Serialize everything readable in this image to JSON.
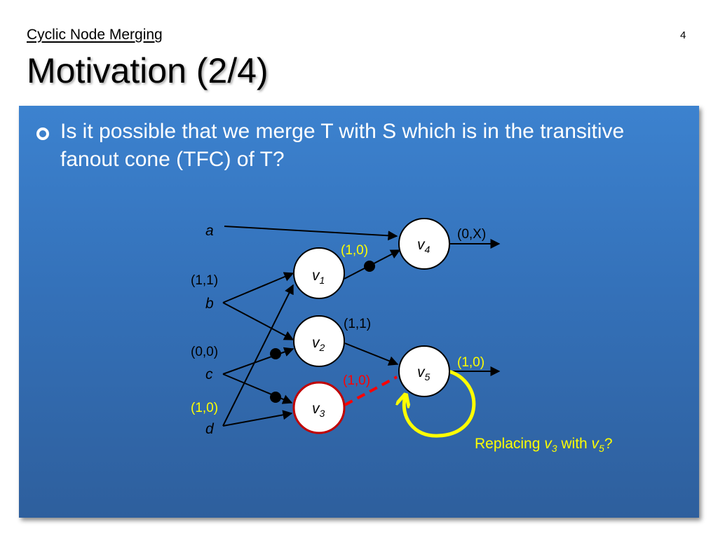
{
  "slide": {
    "subtitle": "Cyclic Node Merging",
    "title": "Motivation (2/4)",
    "page_number": "4",
    "bullet": "Is it possible that we merge T with S which is in the transitive fanout cone (TFC) of T?"
  },
  "diagram": {
    "inputs": [
      {
        "id": "a",
        "label": "a",
        "value": ""
      },
      {
        "id": "b",
        "label": "b",
        "value": "(1,1)"
      },
      {
        "id": "c",
        "label": "c",
        "value": "(0,0)"
      },
      {
        "id": "d",
        "label": "d",
        "value": "(1,0)"
      }
    ],
    "nodes": [
      {
        "id": "v1",
        "base": "v",
        "sub": "1",
        "value": "(1,0)"
      },
      {
        "id": "v2",
        "base": "v",
        "sub": "2",
        "value": "(1,1)"
      },
      {
        "id": "v3",
        "base": "v",
        "sub": "3",
        "value": "(1,0)"
      },
      {
        "id": "v4",
        "base": "v",
        "sub": "4",
        "value": "(0,X)"
      },
      {
        "id": "v5",
        "base": "v",
        "sub": "5",
        "value": "(1,0)"
      }
    ],
    "question": {
      "part1": "Replacing ",
      "node_a_base": "v",
      "node_a_sub": "3",
      "part2": " with ",
      "node_b_base": "v",
      "node_b_sub": "5",
      "part3": "?"
    }
  },
  "colors": {
    "panel": "#3471b9",
    "highlight_yellow": "#ffff00",
    "highlight_red": "#ff0000",
    "node_red_border": "#c00000",
    "edge": "#000000"
  }
}
